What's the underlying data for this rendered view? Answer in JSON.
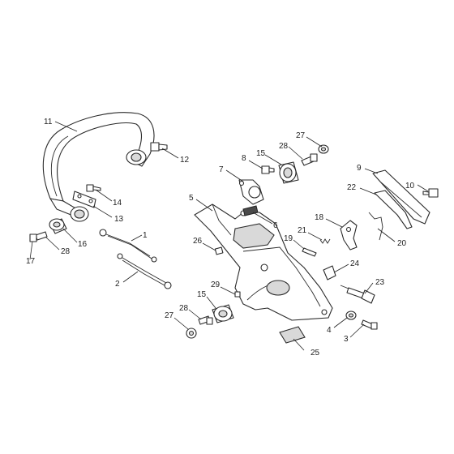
{
  "diagram": {
    "labels": [
      {
        "id": "1",
        "text": "1"
      },
      {
        "id": "2",
        "text": "2"
      },
      {
        "id": "3",
        "text": "3"
      },
      {
        "id": "4",
        "text": "4"
      },
      {
        "id": "5",
        "text": "5"
      },
      {
        "id": "6",
        "text": "6"
      },
      {
        "id": "7",
        "text": "7"
      },
      {
        "id": "8",
        "text": "8"
      },
      {
        "id": "9",
        "text": "9"
      },
      {
        "id": "10",
        "text": "10"
      },
      {
        "id": "11",
        "text": "11"
      },
      {
        "id": "12",
        "text": "12"
      },
      {
        "id": "13",
        "text": "13"
      },
      {
        "id": "14",
        "text": "14"
      },
      {
        "id": "15a",
        "text": "15"
      },
      {
        "id": "15b",
        "text": "15"
      },
      {
        "id": "16",
        "text": "16"
      },
      {
        "id": "17",
        "text": "17"
      },
      {
        "id": "18",
        "text": "18"
      },
      {
        "id": "19",
        "text": "19"
      },
      {
        "id": "20",
        "text": "20"
      },
      {
        "id": "21",
        "text": "21"
      },
      {
        "id": "22",
        "text": "22"
      },
      {
        "id": "23",
        "text": "23"
      },
      {
        "id": "24",
        "text": "24"
      },
      {
        "id": "25",
        "text": "25"
      },
      {
        "id": "26",
        "text": "26"
      },
      {
        "id": "27a",
        "text": "27"
      },
      {
        "id": "27b",
        "text": "27"
      },
      {
        "id": "28a",
        "text": "28"
      },
      {
        "id": "28b",
        "text": "28"
      },
      {
        "id": "28c",
        "text": "28"
      },
      {
        "id": "29",
        "text": "29"
      }
    ]
  }
}
